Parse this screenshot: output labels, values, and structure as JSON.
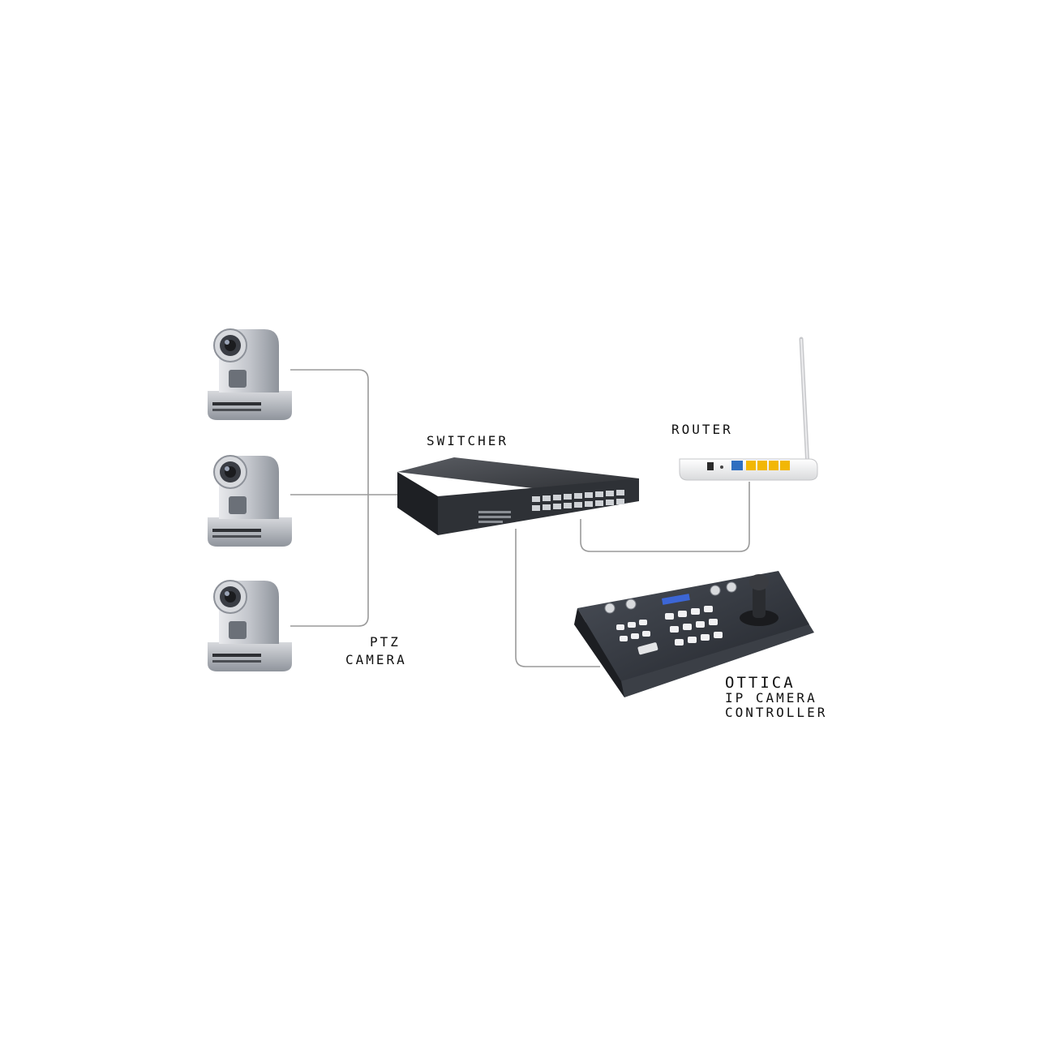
{
  "labels": {
    "switcher": "SWITCHER",
    "router": "ROUTER",
    "ptz_line1": "PTZ",
    "ptz_line2": "CAMERA",
    "ctrl_line1": "OTTICA",
    "ctrl_line2": "IP CAMERA",
    "ctrl_line3": "CONTROLLER"
  },
  "colors": {
    "background": "#ffffff",
    "cable": "#9a9a9a",
    "text": "#111111",
    "device_dark": "#2b2f36",
    "device_silver": "#c9ccd1",
    "router_body": "#f0f0f0",
    "router_port_lan": "#f2b705",
    "router_port_wan": "#2f6fc0",
    "controller_display": "#3c66d6"
  },
  "icons": {
    "camera": "ptz-camera-icon",
    "switch": "network-switch-icon",
    "router": "wifi-router-icon",
    "controller": "camera-controller-icon"
  }
}
